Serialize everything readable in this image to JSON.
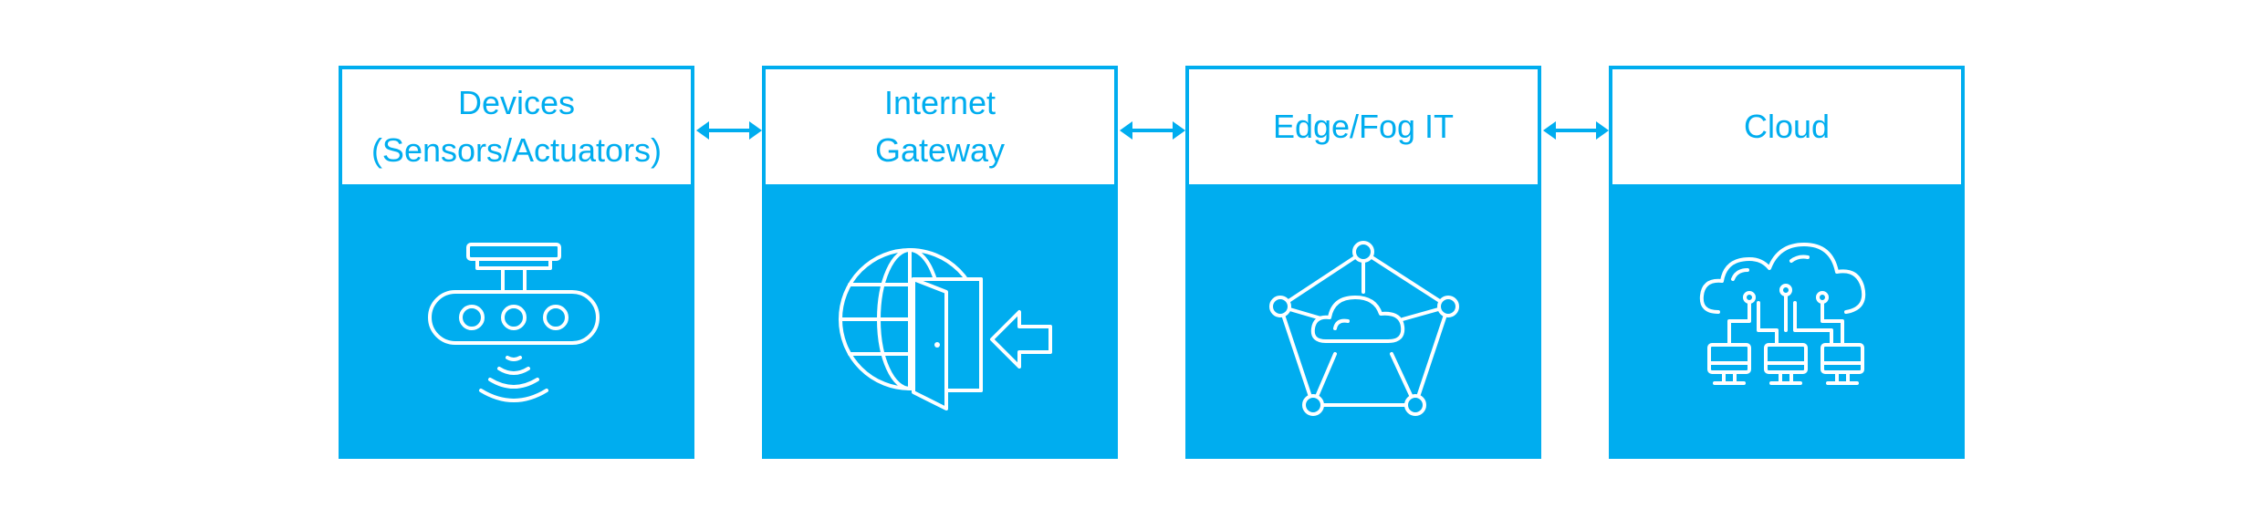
{
  "colors": {
    "accent": "#00adef",
    "header_background": "#ffffff"
  },
  "stages": [
    {
      "label": "Devices\n(Sensors/Actuators)",
      "icon": "sensor-device-icon"
    },
    {
      "label": "Internet\nGateway",
      "icon": "globe-gateway-icon"
    },
    {
      "label": "Edge/Fog IT",
      "icon": "edge-network-cloud-icon"
    },
    {
      "label": "Cloud",
      "icon": "cloud-computers-icon"
    }
  ],
  "connectors": [
    {
      "type": "bidirectional-arrow-icon"
    },
    {
      "type": "bidirectional-arrow-icon"
    },
    {
      "type": "bidirectional-arrow-icon"
    }
  ]
}
